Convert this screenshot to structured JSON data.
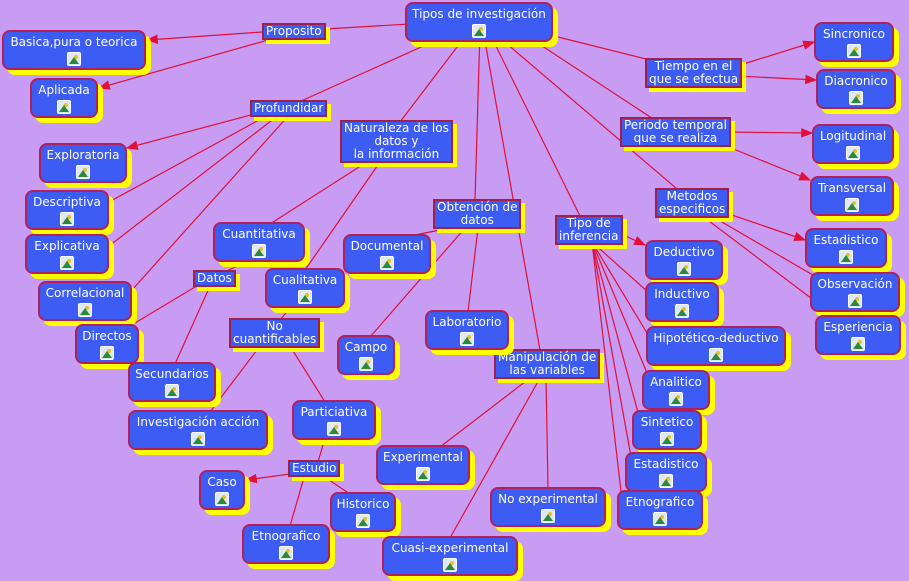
{
  "root": "Tipos de investigación",
  "links": {
    "proposito": "Proposito",
    "profundidar": "Profundidar",
    "naturaleza": [
      "Naturaleza de los",
      "datos y",
      "la información"
    ],
    "obtencion": [
      "Obtención de",
      "datos"
    ],
    "datos": "Datos",
    "no_cuantificables": [
      "No",
      "cuantificables"
    ],
    "estudio": "Estudio",
    "manipulacion": [
      "Manipulación de",
      "las variables"
    ],
    "inferencia": [
      "Tipo de",
      "inferencia"
    ],
    "tiempo": [
      "Tiempo en el",
      "que se efectua"
    ],
    "periodo": [
      "Periodo temporal",
      "que se realiza"
    ],
    "metodos": [
      "Metodos",
      "especificos"
    ]
  },
  "concepts": {
    "basica": "Basica,pura o teorica",
    "aplicada": "Aplicada",
    "exploratoria": "Exploratoria",
    "descriptiva": "Descriptiva",
    "explicativa": "Explicativa",
    "correlacional": "Correlacional",
    "directos": "Directos",
    "secundarios": "Secundarios",
    "investigacion_accion": "Investigación acción",
    "caso": "Caso",
    "etnografico_1": "Etnografico",
    "historico": "Historico",
    "particiativa": "Particiativa",
    "cuantitativa": "Cuantitativa",
    "cualitativa": "Cualitativa",
    "documental": "Documental",
    "campo": "Campo",
    "laboratorio": "Laboratorio",
    "experimental": "Experimental",
    "no_experimental": "No experimental",
    "cuasi": "Cuasi-experimental",
    "deductivo": "Deductivo",
    "inductivo": "Inductivo",
    "hipotetico": "Hipotético-deductivo",
    "analitico": "Analitico",
    "sintetico": "Sintetico",
    "estadistico_1": "Estadistico",
    "etnografico_2": "Etnografico",
    "sincronico": "Sincronico",
    "diacronico": "Diacronico",
    "logitudinal": "Logitudinal",
    "transversal": "Transversal",
    "estadistico_2": "Estadistico",
    "observacion": "Observación",
    "esperiencia": "Esperiencia"
  },
  "colors": {
    "background": "#c89cf3",
    "node": "#3d5cf4",
    "border": "#b0205a",
    "shadow": "#ffff00",
    "line": "#e0103a"
  }
}
